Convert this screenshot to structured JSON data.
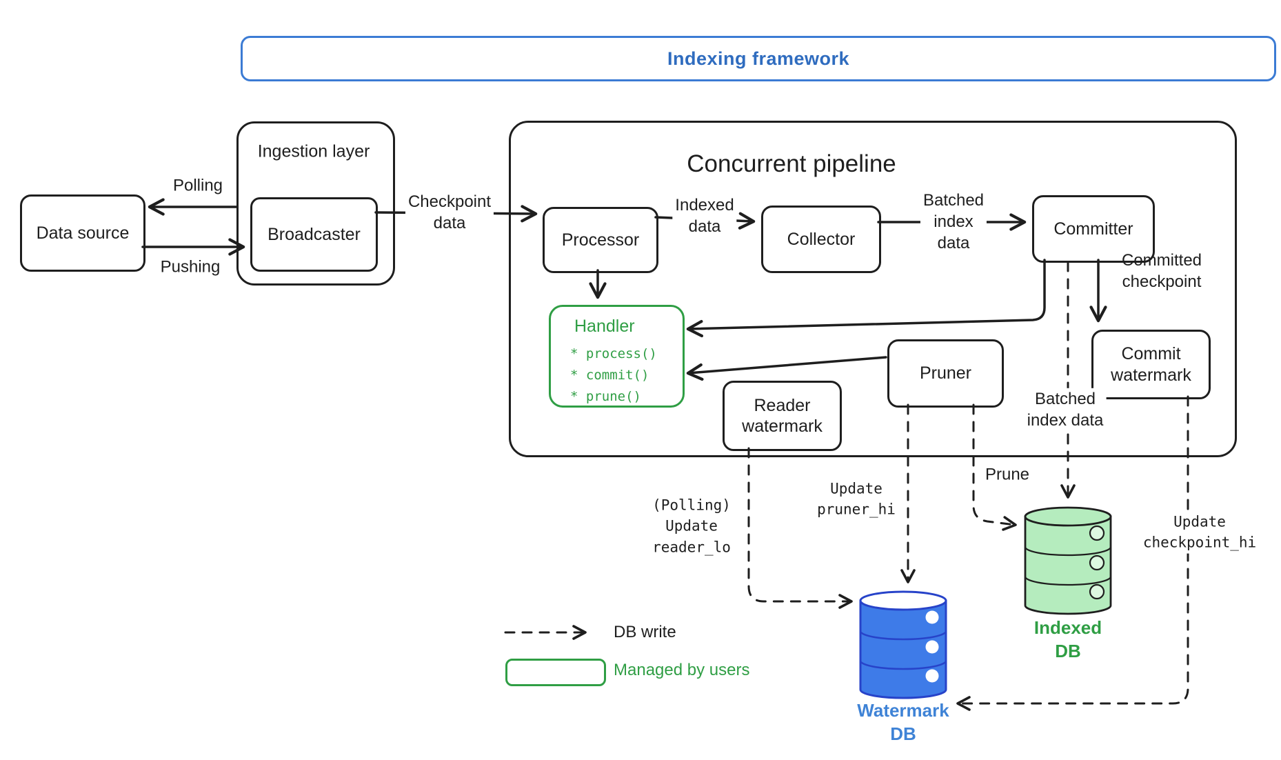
{
  "frame": {
    "title": "Indexing framework"
  },
  "pipeline": {
    "title": "Concurrent pipeline"
  },
  "nodes": {
    "data_source": "Data source",
    "ingestion": "Ingestion layer",
    "broadcaster": "Broadcaster",
    "processor": "Processor",
    "collector": "Collector",
    "committer": "Committer",
    "handler": {
      "title": "Handler",
      "items": [
        "* process()",
        "* commit()",
        "* prune()"
      ]
    },
    "reader_watermark": "Reader\nwatermark",
    "pruner": "Pruner",
    "commit_watermark": "Commit\nwatermark",
    "watermark_db": "Watermark\nDB",
    "indexed_db": "Indexed\nDB"
  },
  "edge_labels": {
    "polling": "Polling",
    "pushing": "Pushing",
    "checkpoint_data": "Checkpoint\ndata",
    "indexed_data": "Indexed\ndata",
    "batched_index_data_top": "Batched\nindex\ndata",
    "committed_checkpoint": "Committed\ncheckpoint",
    "batched_index_data_bottom": "Batched\nindex data",
    "polling_update_reader_lo": "(Polling)\nUpdate\nreader_lo",
    "update_pruner_hi": "Update\npruner_hi",
    "prune": "Prune",
    "update_checkpoint_hi": "Update\ncheckpoint_hi"
  },
  "legend": {
    "db_write": "DB write",
    "managed_by_users": "Managed by users"
  },
  "colors": {
    "ink": "#1e1e1e",
    "frame_blue": "#3b7bd4",
    "blue_text": "#2f6cbf",
    "green": "#2f9e44",
    "db_blue_fill": "#3e7be8",
    "db_blue_stroke": "#2743c9",
    "db_blue_label": "#3f83d6",
    "db_green_fill": "#b5ecbe"
  }
}
